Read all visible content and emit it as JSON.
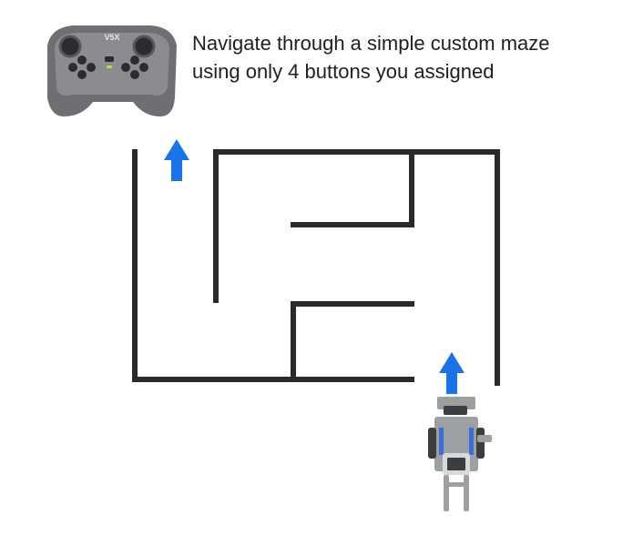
{
  "instruction": {
    "line1": "Navigate through a simple custom maze",
    "line2": "using only 4 buttons you assigned"
  },
  "controller": {
    "brand_mark": "V5X",
    "body_color": "#6d6f72",
    "face_color": "#8a8c8f",
    "button_color": "#2b2c2e",
    "led_color": "#b8e04a"
  },
  "maze": {
    "wall_color": "#2a2a2a",
    "background": "#ffffff"
  },
  "arrows": {
    "color": "#1a73e8",
    "items": [
      {
        "name": "exit-arrow",
        "direction": "up"
      },
      {
        "name": "robot-arrow",
        "direction": "up"
      }
    ]
  },
  "robot": {
    "frame_color": "#9da0a3",
    "accent_color": "#3a6fd8",
    "screen_color": "#3b3d3f"
  }
}
